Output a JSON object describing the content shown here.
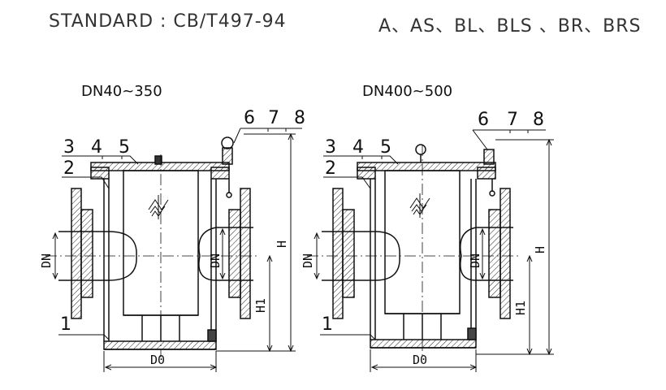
{
  "header": {
    "standard": "STANDARD : CB/T497-94",
    "models": "A、AS、BL、BLS 、BR、BRS"
  },
  "drawings": [
    {
      "range": "DN40~350",
      "callouts": [
        "6",
        "7",
        "8",
        "3",
        "4",
        "5",
        "2",
        "1"
      ],
      "dims": {
        "dn_left": "DN",
        "dn_right": "DN",
        "height": "H",
        "h1": "H1",
        "d0": "D0"
      }
    },
    {
      "range": "DN400~500",
      "callouts": [
        "6",
        "7",
        "8",
        "3",
        "4",
        "5",
        "2",
        "1"
      ],
      "dims": {
        "dn_left": "DN",
        "dn_right": "DN",
        "height": "H",
        "h1": "H1",
        "d0": "D0"
      }
    }
  ]
}
